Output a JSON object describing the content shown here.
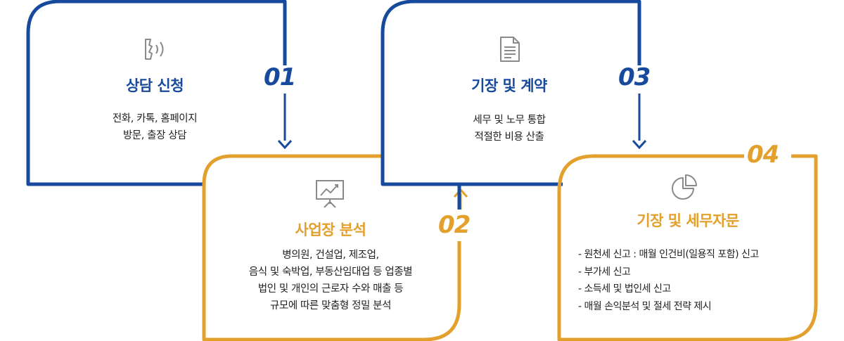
{
  "steps": [
    {
      "number": "01",
      "title": "상담 신청",
      "icon": "phone-icon",
      "lines": [
        "전화, 카톡, 홈페이지",
        "방문, 출장 상담"
      ]
    },
    {
      "number": "02",
      "title": "사업장 분석",
      "icon": "chart-board-icon",
      "lines": [
        "병의원, 건설업, 제조업,",
        "음식 및 숙박업, 부동산임대업 등 업종별",
        "법인 및 개인의 근로자 수와 매출 등",
        "규모에 따른 맞춤형 정밀 분석"
      ]
    },
    {
      "number": "03",
      "title": "기장 및 계약",
      "icon": "document-icon",
      "lines": [
        "세무 및 노무 통합",
        "적절한 비용 산출"
      ]
    },
    {
      "number": "04",
      "title": "기장 및 세무자문",
      "icon": "pie-chart-icon",
      "lines": [
        "- 원천세 신고 : 매월 인건비(일용직 포함) 신고",
        "- 부가세 신고",
        "- 소득세 및 법인세 신고",
        "- 매월 손익분석 및 절세 전략 제시"
      ]
    }
  ],
  "colors": {
    "blue": "#174a9c",
    "orange": "#e3a02c",
    "icon_gray": "#8a8a8a"
  }
}
